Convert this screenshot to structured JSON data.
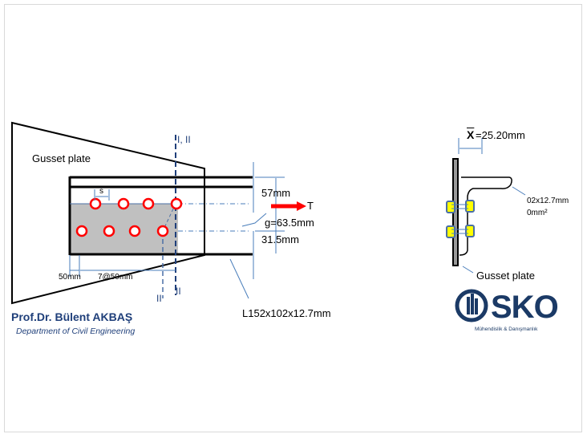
{
  "diagram": {
    "left_view": {
      "gusset_label": "Gusset plate",
      "section_label_top": "I, II",
      "section_label_bottom_right": "II",
      "section_label_bottom_left": "II",
      "spacing_label": "s",
      "edge_distance": "50mm",
      "bolt_pitch": "7@50mm",
      "dim_top": "57mm",
      "dim_gage": "g=63.5mm",
      "dim_bottom": "31.5mm",
      "force_label": "T",
      "angle_label": "L152x102x12.7mm",
      "bolt_rows": [
        {
          "row": "top",
          "count": 4
        },
        {
          "row": "bottom",
          "count": 4
        }
      ]
    },
    "right_view": {
      "xbar_label": "X",
      "xbar_value": "=25.20mm",
      "callout_line1": "02x12.7mm",
      "callout_line2": "0mm²",
      "gusset_label": "Gusset plate"
    },
    "colors": {
      "bolt_hole": "#ff0000",
      "dimension": "#4a7ebb",
      "section_line": "#1f3f7a",
      "plate_fill": "#c0c0c0",
      "bolt_fill": "#ffff00"
    }
  },
  "footer": {
    "author": "Prof.Dr. Bülent AKBAŞ",
    "department": "Department of Civil Engineering",
    "logo_text": "SKO",
    "logo_subtitle": "Mühendislik & Danışmanlık"
  }
}
